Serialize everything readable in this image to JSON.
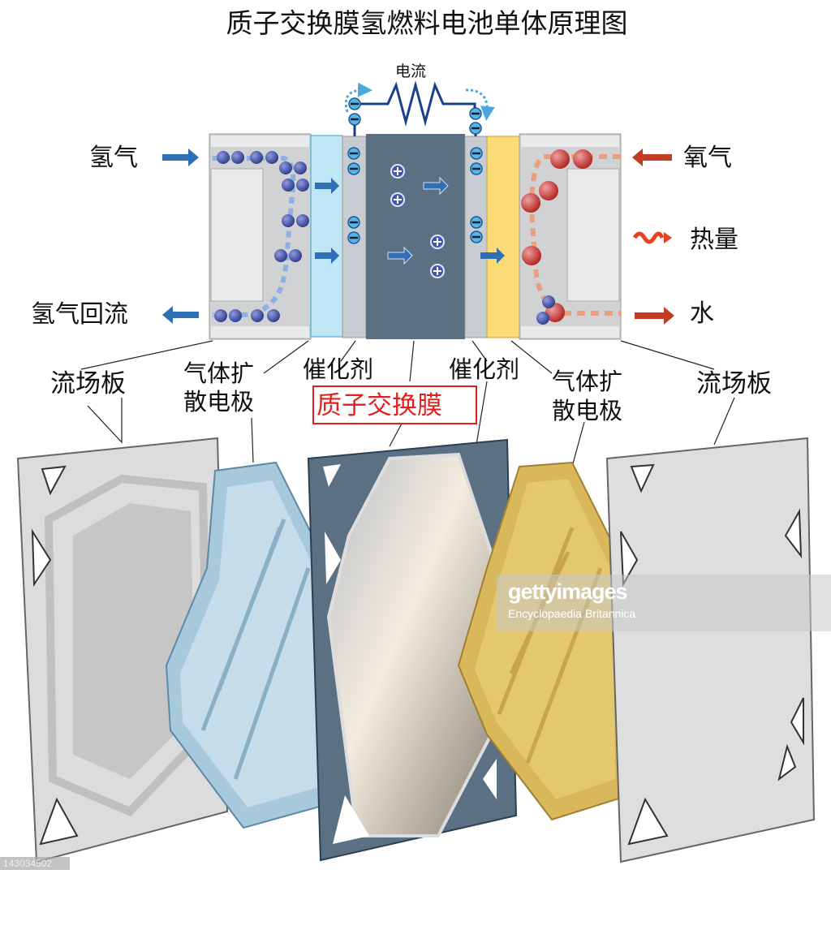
{
  "title": "质子交换膜氢燃料电池单体原理图",
  "cell": {
    "current_label": "电流",
    "hydrogen_in": "氢气",
    "hydrogen_return": "氢气回流",
    "oxygen_in": "氧气",
    "heat": "热量",
    "water": "水"
  },
  "components": {
    "flow_plate_left": "流场板",
    "gde_left_line1": "气体扩",
    "gde_left_line2": "散电极",
    "catalyst_left": "催化剂",
    "membrane": "质子交换膜",
    "catalyst_right": "催化剂",
    "gde_right_line1": "气体扩",
    "gde_right_line2": "散电极",
    "flow_plate_right": "流场板"
  },
  "colors": {
    "hydrogen": "#4a55a8",
    "oxygen": "#c93a35",
    "membrane": "#5c7083",
    "gde_anode": "#bfe6f5",
    "gde_cathode": "#fbdb75",
    "highlight": "#e02020"
  },
  "watermark": {
    "logo": "gettyimages",
    "credit": "Encyclopaedia Britannica",
    "image_id": "143034502"
  }
}
